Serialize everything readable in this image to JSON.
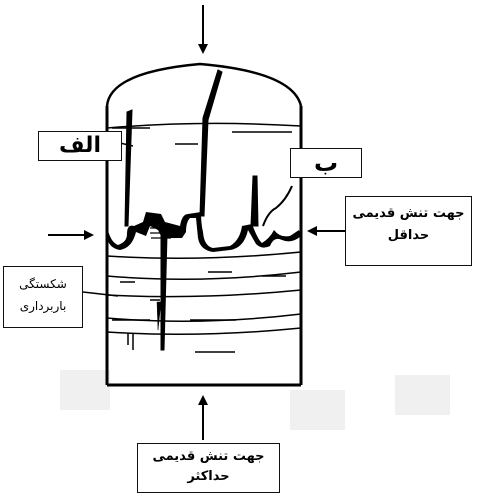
{
  "labels": {
    "alef": "الف",
    "be": "ب",
    "min_stress_line1": "جهت تنش قدیمی",
    "min_stress_line2": "حداقل",
    "fracture_line1": "شکستگی",
    "fracture_line2": "باربرداری",
    "max_stress_line1": "جهت تنش قدیمی",
    "max_stress_line2": "حداکثر"
  },
  "arrows": {
    "top": "down-arrow-icon",
    "bottom": "up-arrow-icon",
    "left": "right-arrow-icon",
    "right": "left-arrow-icon"
  },
  "colors": {
    "ink": "#000000",
    "watermark": "#dedede"
  }
}
